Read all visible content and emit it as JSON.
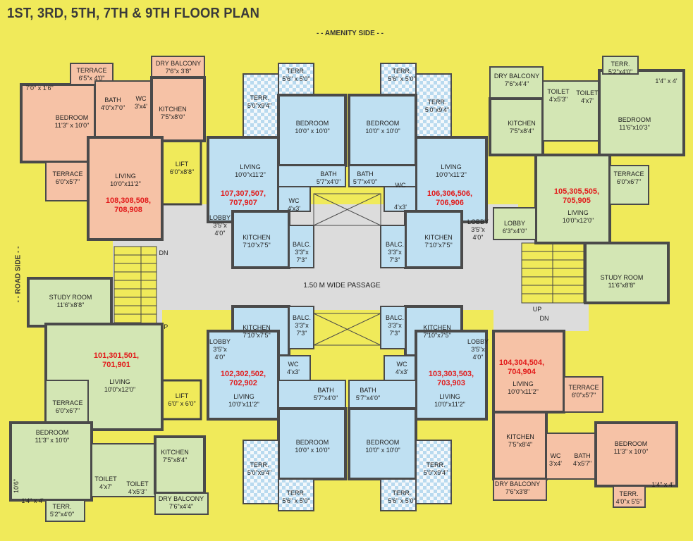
{
  "title": "1ST, 3RD, 5TH, 7TH & 9TH FLOOR PLAN",
  "amenity_side": "- - AMENITY SIDE - -",
  "road_side": "- - ROAD SIDE - -",
  "passage": "1.50 M WIDE PASSAGE",
  "colors": {
    "background": "#f0ea5a",
    "salmon": "#f6c2a6",
    "green": "#d3e6b4",
    "blue": "#bfe0f2",
    "corridor": "#dcdcdc",
    "wall": "#4a4a4a",
    "unit_label": "#e21b1b"
  },
  "units": {
    "u108": [
      "108,308,508,",
      "708,908"
    ],
    "u107": [
      "107,307,507,",
      "707,907"
    ],
    "u106": [
      "106,306,506,",
      "706,906"
    ],
    "u105": [
      "105,305,505,",
      "705,905"
    ],
    "u101": [
      "101,301,501,",
      "701,901"
    ],
    "u102": [
      "102,302,502,",
      "702,902"
    ],
    "u103": [
      "103,303,503,",
      "703,903"
    ],
    "u104": [
      "104,304,504,",
      "704,904"
    ]
  },
  "rooms": {
    "tl_terrace_top": [
      "TERRACE",
      "6'5\"x 4'0\""
    ],
    "tl_dry_balcony": [
      "DRY BALCONY",
      "7'6\"x 3'8\""
    ],
    "tl_dim_small": [
      "7'0\" x 1'6\""
    ],
    "tl_bedroom": [
      "BEDROOM",
      "11'3\" x 10'0\""
    ],
    "tl_bath": [
      "BATH",
      "4'0\"x7'0\""
    ],
    "tl_wc": [
      "WC",
      "3'x4'"
    ],
    "tl_kitchen": [
      "KITCHEN",
      "7'5\"x8'0\""
    ],
    "tl_lift": [
      "LIFT",
      "6'0\"x8'8\""
    ],
    "tl_terrace_bot": [
      "TERRACE",
      "6'0\"x5'7\""
    ],
    "tl_living": [
      "LIVING",
      "10'0\"x11'2\""
    ],
    "l_studyroom": [
      "STUDY ROOM",
      "11'6\"x8'8\""
    ],
    "bl_terrace": [
      "TERRACE",
      "6'0\"x6'7\""
    ],
    "bl_living": [
      "LIVING",
      "10'0\"x12'0\""
    ],
    "bl_lift": [
      "LIFT",
      "6'0\" x 6'0\""
    ],
    "bl_bedroom": [
      "BEDROOM",
      "11'3\" x 10'0\""
    ],
    "bl_kitchen": [
      "KITCHEN",
      "7'5\"x8'4\""
    ],
    "bl_toilet1": [
      "TOILET",
      "4'x7'"
    ],
    "bl_toilet2": [
      "TOILET",
      "4'x5'3\""
    ],
    "bl_dry_balcony": [
      "DRY BALCONY",
      "7'6\"x4'4\""
    ],
    "bl_terr": [
      "TERR.",
      "5'2\"x4'0\""
    ],
    "bl_dim1": [
      "1'4\" x 4'"
    ],
    "bl_dim2": [
      "10'6\""
    ],
    "tr_dry_balcony": [
      "DRY BALCONY",
      "7'6\"x4'4\""
    ],
    "tr_toilet1": [
      "TOILET",
      "4'x5'3\""
    ],
    "tr_toilet2": [
      "TOILET",
      "4'x7'"
    ],
    "tr_terr": [
      "TERR.",
      "5'2\"x4'0\""
    ],
    "tr_dim": [
      "1'4\" x 4'"
    ],
    "tr_kitchen": [
      "KITCHEN",
      "7'5\"x8'4\""
    ],
    "tr_bedroom": [
      "BEDROOM",
      "11'6\"x10'3\""
    ],
    "tr_terrace": [
      "TERRACE",
      "6'0\"x6'7\""
    ],
    "tr_lobby": [
      "LOBBY",
      "6'3\"x4'0\""
    ],
    "tr_living": [
      "LIVING",
      "10'0\"x12'0\""
    ],
    "r_studyroom": [
      "STUDY ROOM",
      "11'6\"x8'8\""
    ],
    "br_living": [
      "LIVING",
      "10'0\"x11'2\""
    ],
    "br_terrace": [
      "TERRACE",
      "6'0\"x5'7\""
    ],
    "br_kitchen": [
      "KITCHEN",
      "7'5\"x8'4\""
    ],
    "br_wc": [
      "WC",
      "3'x4'"
    ],
    "br_bath": [
      "BATH",
      "4'x5'7\""
    ],
    "br_bedroom": [
      "BEDROOM",
      "11'3\" x 10'0\""
    ],
    "br_dry_balcony": [
      "DRY BALCONY",
      "7'6\"x3'8\""
    ],
    "br_terr": [
      "TERR.",
      "4'0\"x 5'5\""
    ],
    "br_dim": [
      "1'4\" x 4'"
    ],
    "c_terr_a": [
      "TERR.",
      "5'6\" x 5'0\""
    ],
    "c_terr_b": [
      "TERR.",
      "5'0\"x9'4\""
    ],
    "c_bedroom": [
      "BEDROOM",
      "10'0\" x 10'0\""
    ],
    "c_living": [
      "LIVING",
      "10'0\"x11'2\""
    ],
    "c_bath": [
      "BATH",
      "5'7\"x4'0\""
    ],
    "c_wc": [
      "WC",
      "4'x3'"
    ],
    "c_lobby": [
      "LOBBY",
      "3'5\"x",
      "4'0\""
    ],
    "c_kitchen": [
      "KITCHEN",
      "7'10\"x7'5\""
    ],
    "c_balc": [
      "BALC.",
      "3'3\"x",
      "7'3\""
    ]
  },
  "stairs": {
    "dn": "DN",
    "up": "UP"
  }
}
